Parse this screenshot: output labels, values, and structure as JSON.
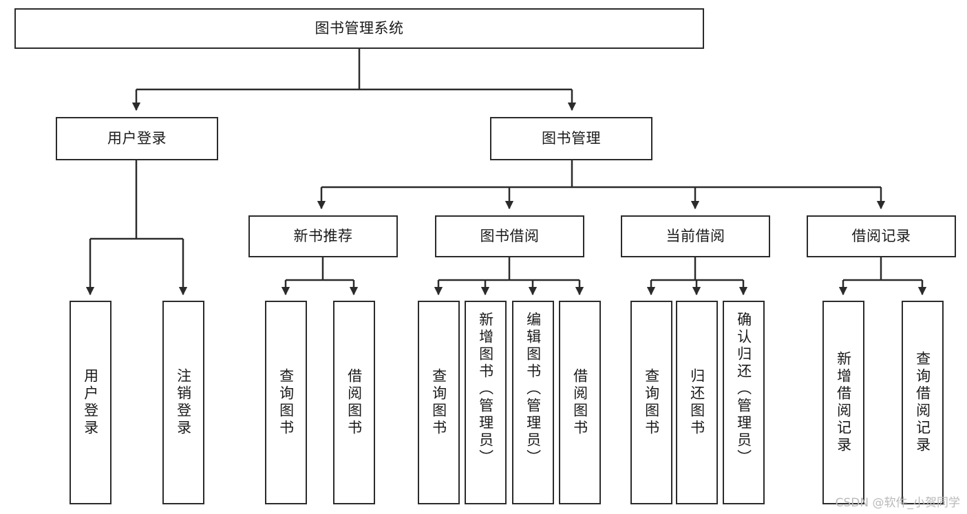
{
  "diagram": {
    "type": "tree",
    "title": "图书管理系统",
    "root": {
      "id": "root",
      "label": "图书管理系统"
    },
    "level2": [
      {
        "id": "user-login",
        "label": "用户登录"
      },
      {
        "id": "book-management",
        "label": "图书管理"
      }
    ],
    "level3": [
      {
        "id": "new-book-recommend",
        "label": "新书推荐",
        "parent": "book-management"
      },
      {
        "id": "book-borrow",
        "label": "图书借阅",
        "parent": "book-management"
      },
      {
        "id": "current-borrow",
        "label": "当前借阅",
        "parent": "book-management"
      },
      {
        "id": "borrow-record",
        "label": "借阅记录",
        "parent": "book-management"
      }
    ],
    "leaves": [
      {
        "id": "leaf-user-login",
        "label": "用户登录",
        "parent": "user-login"
      },
      {
        "id": "leaf-user-logout",
        "label": "注销登录",
        "parent": "user-login"
      },
      {
        "id": "leaf-query-book-1",
        "label": "查询图书",
        "parent": "new-book-recommend"
      },
      {
        "id": "leaf-borrow-book-1",
        "label": "借阅图书",
        "parent": "new-book-recommend"
      },
      {
        "id": "leaf-query-book-2",
        "label": "查询图书",
        "parent": "book-borrow"
      },
      {
        "id": "leaf-add-book",
        "label": "新增图书（管理员）",
        "parent": "book-borrow"
      },
      {
        "id": "leaf-edit-book",
        "label": "编辑图书（管理员）",
        "parent": "book-borrow"
      },
      {
        "id": "leaf-borrow-book-2",
        "label": "借阅图书",
        "parent": "book-borrow"
      },
      {
        "id": "leaf-query-book-3",
        "label": "查询图书",
        "parent": "current-borrow"
      },
      {
        "id": "leaf-return-book",
        "label": "归还图书",
        "parent": "current-borrow"
      },
      {
        "id": "leaf-confirm-return",
        "label": "确认归还（管理员）",
        "parent": "current-borrow"
      },
      {
        "id": "leaf-add-record",
        "label": "新增借阅记录",
        "parent": "borrow-record"
      },
      {
        "id": "leaf-query-record",
        "label": "查询借阅记录",
        "parent": "borrow-record"
      }
    ]
  },
  "watermark": {
    "text": "CSDN @软件_小贺同学"
  },
  "colors": {
    "border": "#2b2b2b",
    "background": "#ffffff",
    "text": "#1a1a1a",
    "watermark": "#b9b9b9"
  }
}
